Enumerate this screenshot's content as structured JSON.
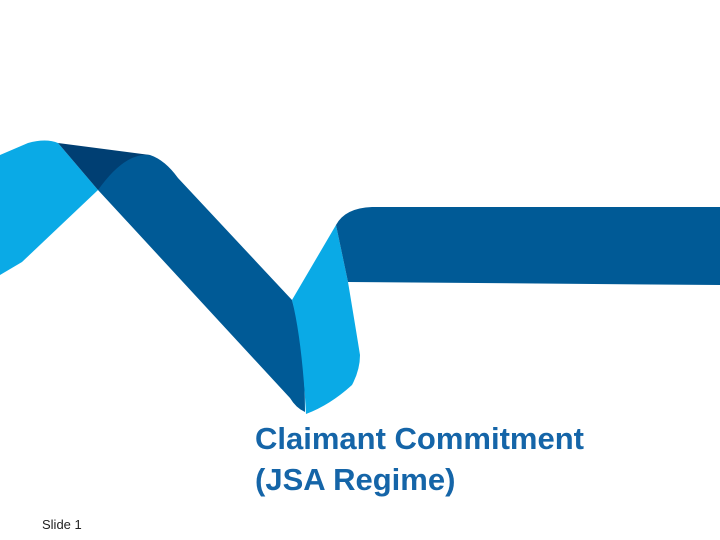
{
  "slide": {
    "title_line1": "Claimant Commitment",
    "title_line2": "(JSA Regime)",
    "slide_number": "Slide 1"
  },
  "colors": {
    "ribbon_dark": "#005a96",
    "ribbon_light": "#0aaae6",
    "ribbon_shadow": "#003f73",
    "title": "#1565a8"
  }
}
